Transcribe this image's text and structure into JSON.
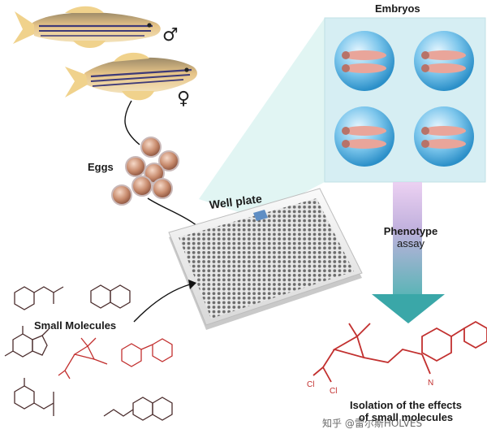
{
  "labels": {
    "embryos": "Embryos",
    "eggs": "Eggs",
    "well_plate": "Well plate",
    "phenotype_line1": "Phenotype",
    "phenotype_line2": "assay",
    "small_molecules": "Small Molecules",
    "isolation_line1": "Isolation of the effects",
    "isolation_line2": "of small molecules",
    "male_symbol": "♂",
    "female_symbol": "♀",
    "watermark": "知乎 @雷尔斯HOLVES"
  },
  "colors": {
    "fish_body": "#d9a85e",
    "fish_stripe": "#3e3a78",
    "fin": "#f0d28c",
    "egg": "#b9775e",
    "embryo_circle": "#56b4e4",
    "panel": "#d9f1f4",
    "teal_arrow": "#3aa7a8",
    "molecule_red": "#c2302f",
    "molecule_dark": "#4b2d2d",
    "plate": "#ececec",
    "plate_highlight": "#5f8ec4"
  },
  "icons": [
    "male-symbol",
    "female-symbol",
    "zebrafish",
    "egg",
    "embryo-dish",
    "well-plate",
    "arrow",
    "molecule"
  ]
}
